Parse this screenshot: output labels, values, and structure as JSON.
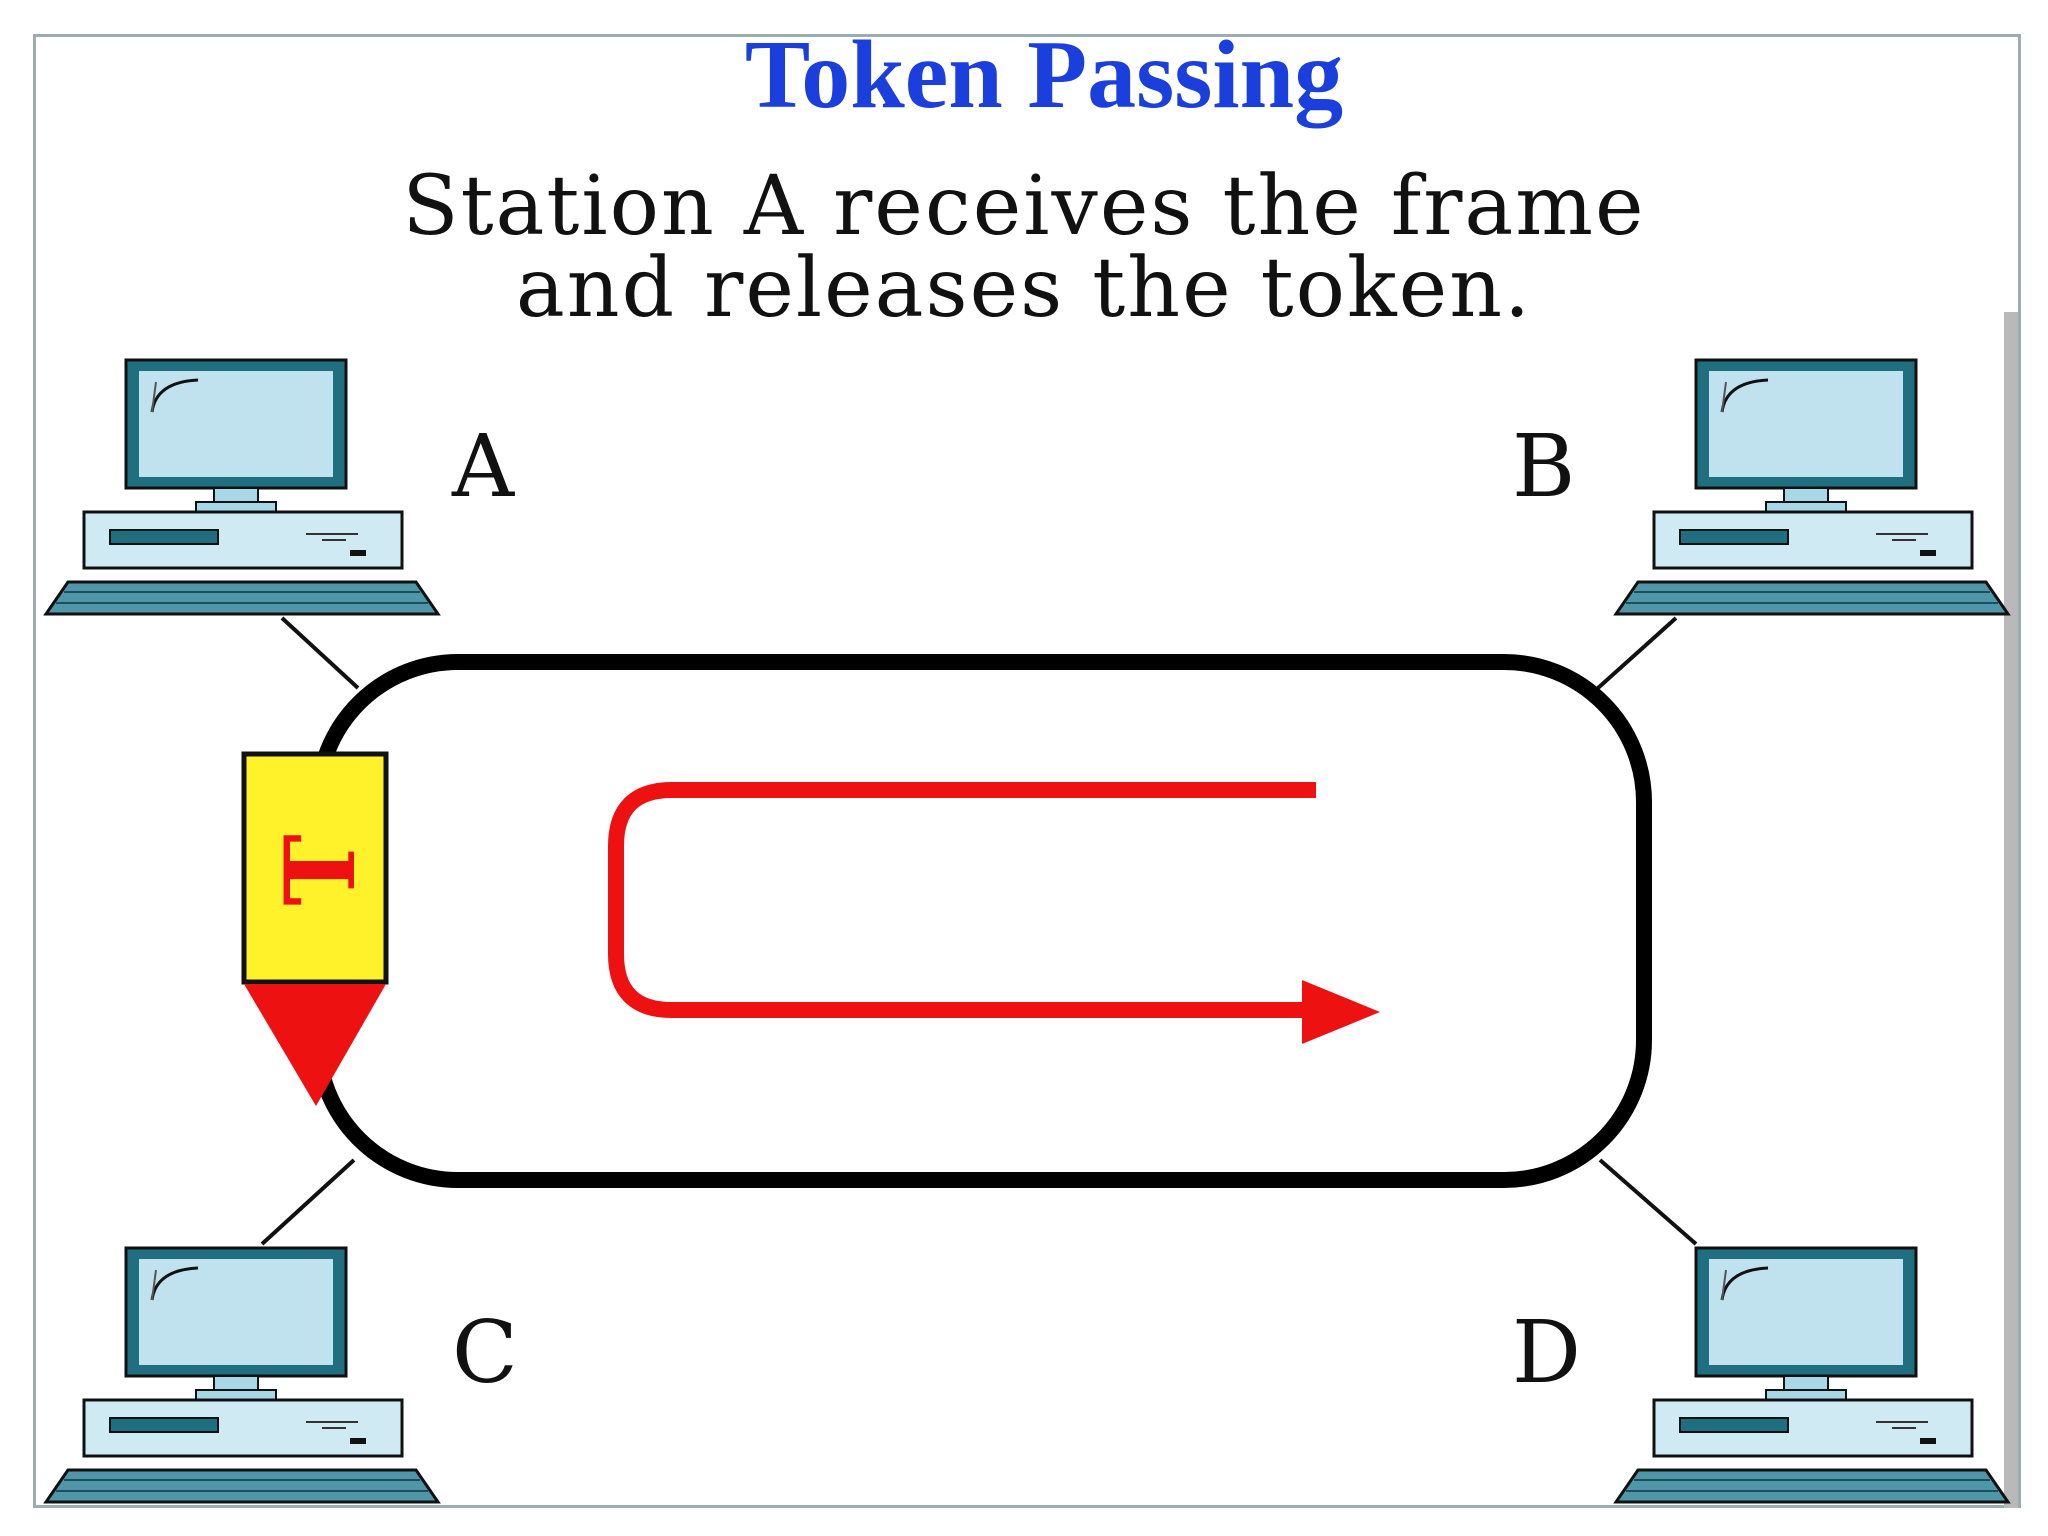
{
  "title": "Token Passing",
  "caption": {
    "line1": "Station A receives the frame",
    "line2": "and releases the token."
  },
  "stations": [
    {
      "id": "A",
      "label": "A"
    },
    {
      "id": "B",
      "label": "B"
    },
    {
      "id": "C",
      "label": "C"
    },
    {
      "id": "D",
      "label": "D"
    }
  ],
  "token": {
    "letter": "T"
  },
  "colors": {
    "title": "#1a3fdd",
    "ring": "#000000",
    "token_body": "#fff22a",
    "token_tip": "#ee1111",
    "arrow": "#ee1111",
    "computer": "#a8d8e8"
  }
}
